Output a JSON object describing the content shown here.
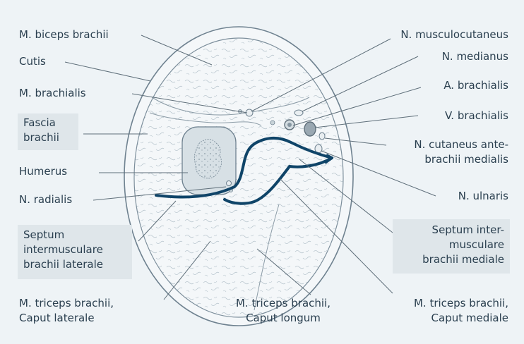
{
  "figure": {
    "labels": {
      "biceps": "M. biceps brachii",
      "cutis": "Cutis",
      "brachialis_m": "M. brachialis",
      "fascia": [
        "Fascia",
        "brachii"
      ],
      "humerus": "Humerus",
      "radialis": "N. radialis",
      "septum_lat": [
        "Septum",
        "intermusculare",
        "brachii laterale"
      ],
      "triceps_lat": [
        "M. triceps brachii,",
        "Caput laterale"
      ],
      "triceps_long": [
        "M. triceps brachii,",
        "Caput longum"
      ],
      "triceps_med": [
        "M. triceps brachii,",
        "Caput mediale"
      ],
      "septum_med": [
        "Septum inter-",
        "musculare",
        "brachii mediale"
      ],
      "ulnaris": "N. ulnaris",
      "cutaneus": [
        "N. cutaneus ante-",
        "brachii medialis"
      ],
      "v_brachialis": "V. brachialis",
      "a_brachialis": "A. brachialis",
      "medianus": "N. medianus",
      "musculocutaneus": "N. musculocutaneus"
    },
    "colors": {
      "background": "#eef3f6",
      "label_box": "#dfe6ea",
      "septum": "#0f4468",
      "outline": "#6f8290",
      "leader": "#5f6f7a"
    }
  }
}
